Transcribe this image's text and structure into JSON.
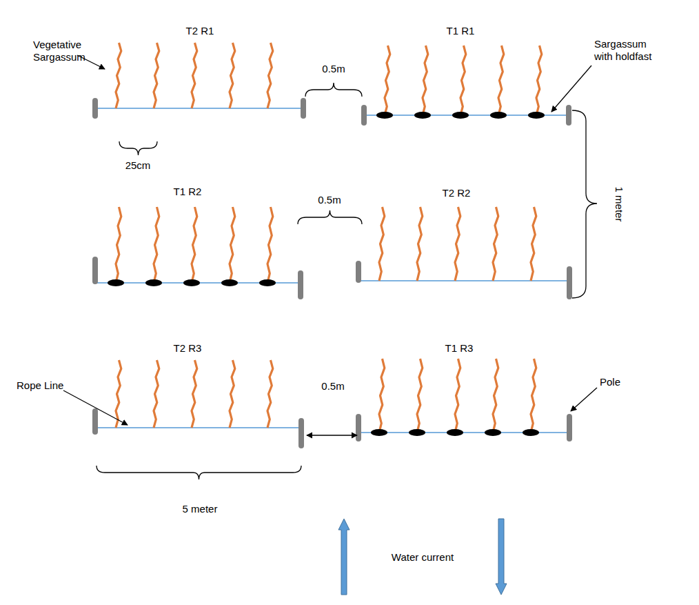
{
  "diagram": {
    "labels": [
      "T2 R1",
      "T1 R1",
      "Vegetative Sargassum",
      "Sargassum with holdfast",
      "0.5m",
      "25cm",
      "T1 R2",
      "T2 R2",
      "0.5m",
      "1 meter",
      "T2 R3",
      "T1 R3",
      "0.5m",
      "Rope Line",
      "Pole",
      "5 meter",
      "Water current"
    ]
  }
}
